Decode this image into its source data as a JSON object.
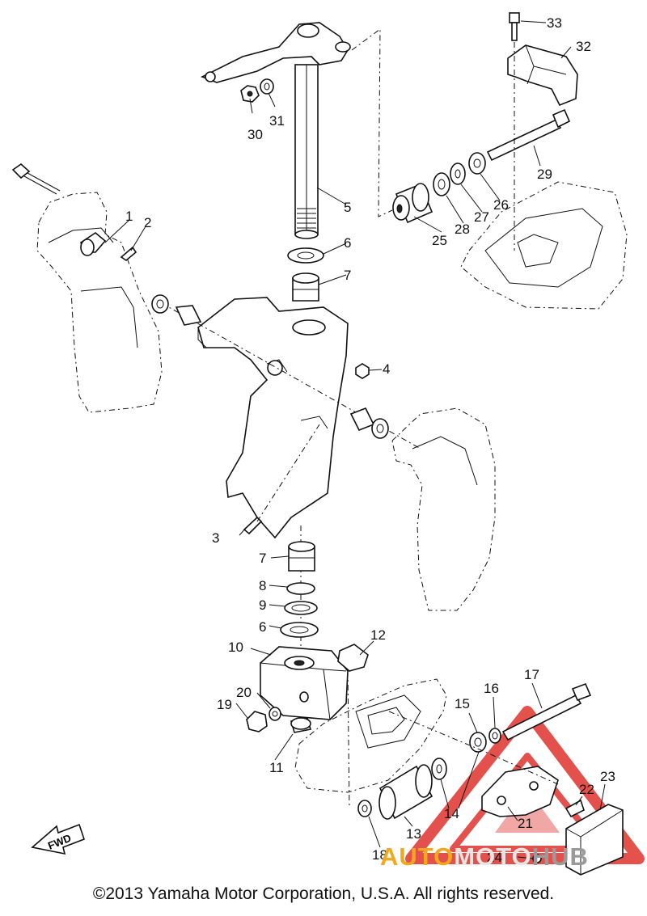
{
  "diagram": {
    "callouts": [
      {
        "id": "c1",
        "text": "1"
      },
      {
        "id": "c2",
        "text": "2"
      },
      {
        "id": "c3",
        "text": "3"
      },
      {
        "id": "c4",
        "text": "4"
      },
      {
        "id": "c5",
        "text": "5"
      },
      {
        "id": "c6a",
        "text": "6"
      },
      {
        "id": "c6b",
        "text": "6"
      },
      {
        "id": "c7a",
        "text": "7"
      },
      {
        "id": "c7b",
        "text": "7"
      },
      {
        "id": "c8",
        "text": "8"
      },
      {
        "id": "c9",
        "text": "9"
      },
      {
        "id": "c10",
        "text": "10"
      },
      {
        "id": "c11",
        "text": "11"
      },
      {
        "id": "c12",
        "text": "12"
      },
      {
        "id": "c13",
        "text": "13"
      },
      {
        "id": "c14a",
        "text": "14"
      },
      {
        "id": "c14b",
        "text": "14"
      },
      {
        "id": "c15",
        "text": "15"
      },
      {
        "id": "c16",
        "text": "16"
      },
      {
        "id": "c17",
        "text": "17"
      },
      {
        "id": "c18",
        "text": "18"
      },
      {
        "id": "c19",
        "text": "19"
      },
      {
        "id": "c20",
        "text": "20"
      },
      {
        "id": "c21",
        "text": "21"
      },
      {
        "id": "c22",
        "text": "22"
      },
      {
        "id": "c23",
        "text": "23"
      },
      {
        "id": "c24",
        "text": "24"
      },
      {
        "id": "c25",
        "text": "25"
      },
      {
        "id": "c26",
        "text": "26"
      },
      {
        "id": "c27",
        "text": "27"
      },
      {
        "id": "c28",
        "text": "28"
      },
      {
        "id": "c29",
        "text": "29"
      },
      {
        "id": "c30",
        "text": "30"
      },
      {
        "id": "c31",
        "text": "31"
      },
      {
        "id": "c32",
        "text": "32"
      },
      {
        "id": "c33",
        "text": "33"
      }
    ],
    "fwd_label": "FWD"
  },
  "footer": {
    "copyright": "©2013 Yamaha Motor Corporation, U.S.A. All rights reserved."
  },
  "watermark": {
    "part1": "AUTO",
    "part2": "MOTO",
    "part3": "HUB"
  },
  "colors": {
    "watermark_red": "#e0322c",
    "watermark_orange": "#f0a81e",
    "line": "#111111"
  }
}
